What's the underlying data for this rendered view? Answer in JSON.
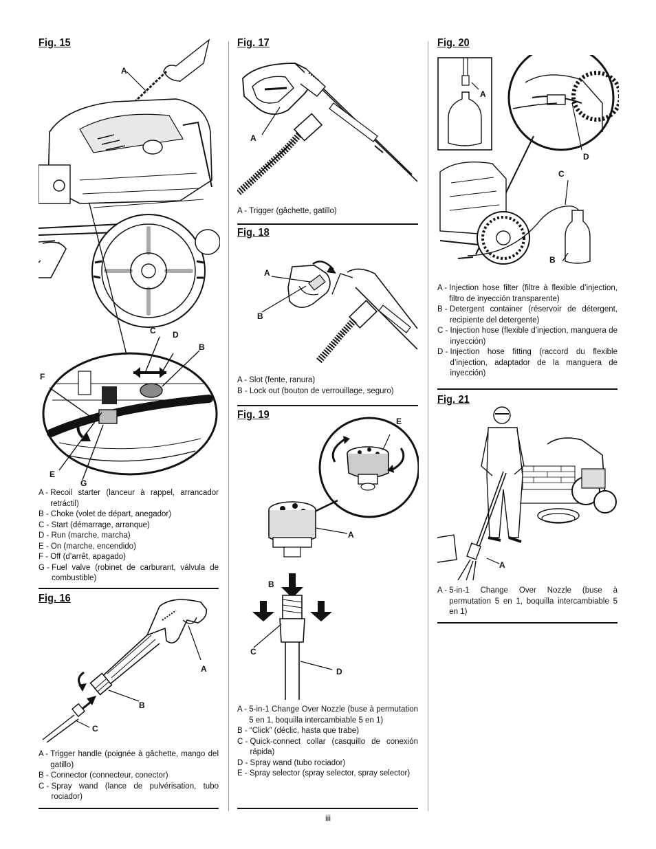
{
  "page_number": "iii",
  "figures": {
    "fig15": {
      "title": "Fig. 15",
      "labels": [
        "A",
        "C",
        "D",
        "B",
        "F",
        "E",
        "G"
      ],
      "captions": [
        {
          "key": "A - ",
          "text": "Recoil starter (lanceur à rappel, arrancador retráctil)"
        },
        {
          "key": "B - ",
          "text": "Choke (volet de départ, anegador)"
        },
        {
          "key": "C - ",
          "text": "Start (démarrage, arranque)"
        },
        {
          "key": "D - ",
          "text": "Run (marche, marcha)"
        },
        {
          "key": "E - ",
          "text": "On (marche, encendido)"
        },
        {
          "key": "F - ",
          "text": "Off (d’arrêt, apagado)"
        },
        {
          "key": "G - ",
          "text": "Fuel valve (robinet de carburant, válvula de combustible)"
        }
      ]
    },
    "fig16": {
      "title": "Fig. 16",
      "labels": [
        "A",
        "B",
        "C"
      ],
      "captions": [
        {
          "key": "A - ",
          "text": "Trigger handle (poignée à gâchette, mango del gatillo)"
        },
        {
          "key": "B - ",
          "text": "Connector (connecteur, conector)"
        },
        {
          "key": "C - ",
          "text": "Spray wand (lance de pulvérisation, tubo rociador)"
        }
      ]
    },
    "fig17": {
      "title": "Fig. 17",
      "labels": [
        "A"
      ],
      "captions": [
        {
          "key": "A - ",
          "text": "Trigger (gâchette, gatillo)"
        }
      ]
    },
    "fig18": {
      "title": "Fig. 18",
      "labels": [
        "A",
        "B"
      ],
      "captions": [
        {
          "key": "A - ",
          "text": "Slot (fente, ranura)"
        },
        {
          "key": "B - ",
          "text": "Lock out (bouton de verrouillage, seguro)"
        }
      ]
    },
    "fig19": {
      "title": "Fig. 19",
      "labels": [
        "E",
        "A",
        "B",
        "C",
        "D"
      ],
      "captions": [
        {
          "key": "A - ",
          "text": "5-in-1 Change Over Nozzle (buse à permutation 5 en 1, boquilla intercambiable 5 en 1)"
        },
        {
          "key": "B - ",
          "text": "“Click” (déclic, hasta que trabe)"
        },
        {
          "key": "C - ",
          "text": "Quick-connect collar (casquillo de conexión rápida)"
        },
        {
          "key": "D - ",
          "text": "Spray wand (tubo rociador)"
        },
        {
          "key": "E - ",
          "text": "Spray selector (spray selector, spray selector)"
        }
      ]
    },
    "fig20": {
      "title": "Fig. 20",
      "labels": [
        "A",
        "D",
        "C",
        "B"
      ],
      "captions": [
        {
          "key": "A - ",
          "text": "Injection hose filter (filtre à flexible d’injection, filtro de inyección transparente)"
        },
        {
          "key": "B - ",
          "text": "Detergent container (réservoir de détergent, recipiente del detergente)"
        },
        {
          "key": "C - ",
          "text": "Injection hose (flexible d’injection, manguera de inyección)"
        },
        {
          "key": "D - ",
          "text": "Injection hose fitting (raccord du flexible d’injection, adaptador de la manguera de inyección)"
        }
      ]
    },
    "fig21": {
      "title": "Fig. 21",
      "labels": [
        "A"
      ],
      "captions": [
        {
          "key": "A - ",
          "text": "5-in-1 Change Over Nozzle (buse à permutation 5 en 1, boquilla intercambiable 5 en 1)"
        }
      ]
    }
  }
}
